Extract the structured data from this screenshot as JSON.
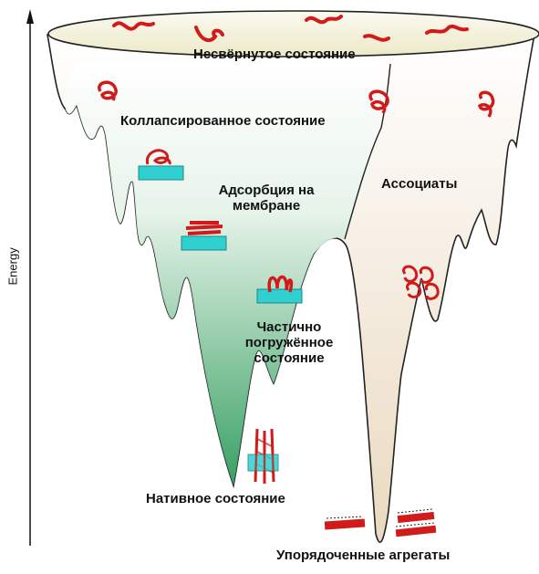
{
  "axis": {
    "y_label": "Energy"
  },
  "labels": {
    "unfolded": "Несвёрнутое состояние",
    "collapsed": "Коллапсированное состояние",
    "adsorption": "Адсорбция на\nмембране",
    "associates": "Ассоциаты",
    "partial": "Частично\nпогружённое\nсостояние",
    "native": "Нативное состояние",
    "aggregates": "Упорядоченные агрегаты"
  },
  "colors": {
    "funnel_rim": "#f4f2d8",
    "left_well": "#3aa86a",
    "right_well": "#e8d6bc",
    "protein": "#d11a1a",
    "membrane": "#30d0d0"
  }
}
